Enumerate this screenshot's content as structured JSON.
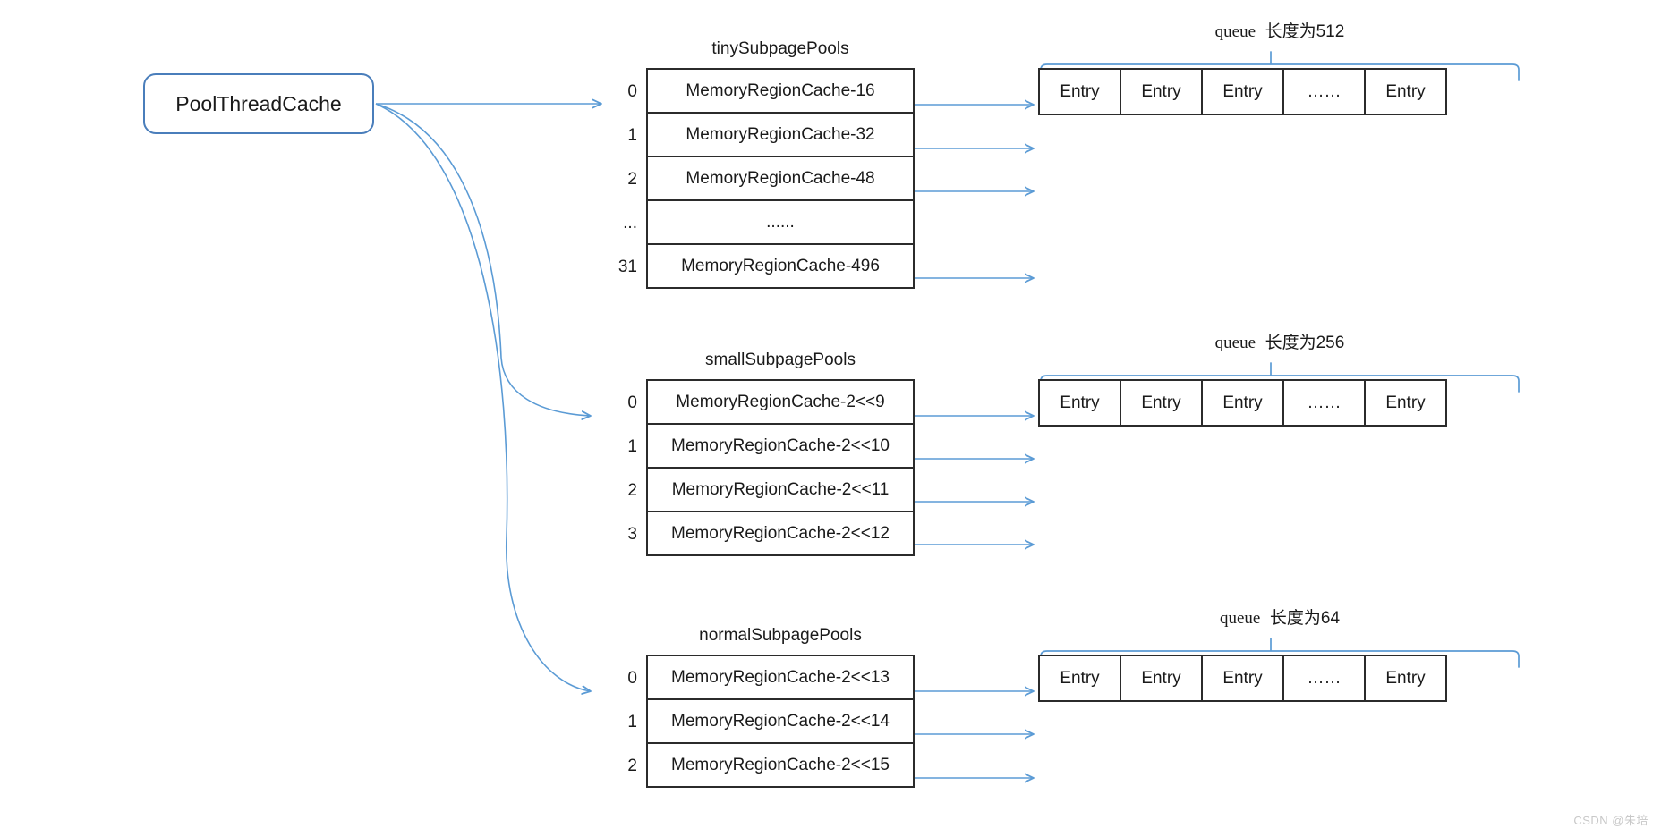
{
  "root": {
    "label": "PoolThreadCache"
  },
  "sections": [
    {
      "name": "tiny",
      "title": "tinySubpagePools",
      "rows": [
        {
          "index": "0",
          "label": "MemoryRegionCache-16"
        },
        {
          "index": "1",
          "label": "MemoryRegionCache-32"
        },
        {
          "index": "2",
          "label": "MemoryRegionCache-48"
        },
        {
          "index": "...",
          "label": "......"
        },
        {
          "index": "31",
          "label": "MemoryRegionCache-496"
        }
      ],
      "queue": {
        "label_keyword": "queue",
        "label_text": "长度为512",
        "length": 512,
        "cells": [
          "Entry",
          "Entry",
          "Entry",
          "……",
          "Entry"
        ]
      }
    },
    {
      "name": "small",
      "title": "smallSubpagePools",
      "rows": [
        {
          "index": "0",
          "label": "MemoryRegionCache-2<<9"
        },
        {
          "index": "1",
          "label": "MemoryRegionCache-2<<10"
        },
        {
          "index": "2",
          "label": "MemoryRegionCache-2<<11"
        },
        {
          "index": "3",
          "label": "MemoryRegionCache-2<<12"
        }
      ],
      "queue": {
        "label_keyword": "queue",
        "label_text": "长度为256",
        "length": 256,
        "cells": [
          "Entry",
          "Entry",
          "Entry",
          "……",
          "Entry"
        ]
      }
    },
    {
      "name": "normal",
      "title": "normalSubpagePools",
      "rows": [
        {
          "index": "0",
          "label": "MemoryRegionCache-2<<13"
        },
        {
          "index": "1",
          "label": "MemoryRegionCache-2<<14"
        },
        {
          "index": "2",
          "label": "MemoryRegionCache-2<<15"
        }
      ],
      "queue": {
        "label_keyword": "queue",
        "label_text": "长度为64",
        "length": 64,
        "cells": [
          "Entry",
          "Entry",
          "Entry",
          "……",
          "Entry"
        ]
      }
    }
  ],
  "watermark": "CSDN @朱培",
  "colors": {
    "connector": "#5b9bd5",
    "root_border": "#4a7ebb",
    "box_border": "#2b2b2b",
    "text": "#1a1a1a"
  }
}
